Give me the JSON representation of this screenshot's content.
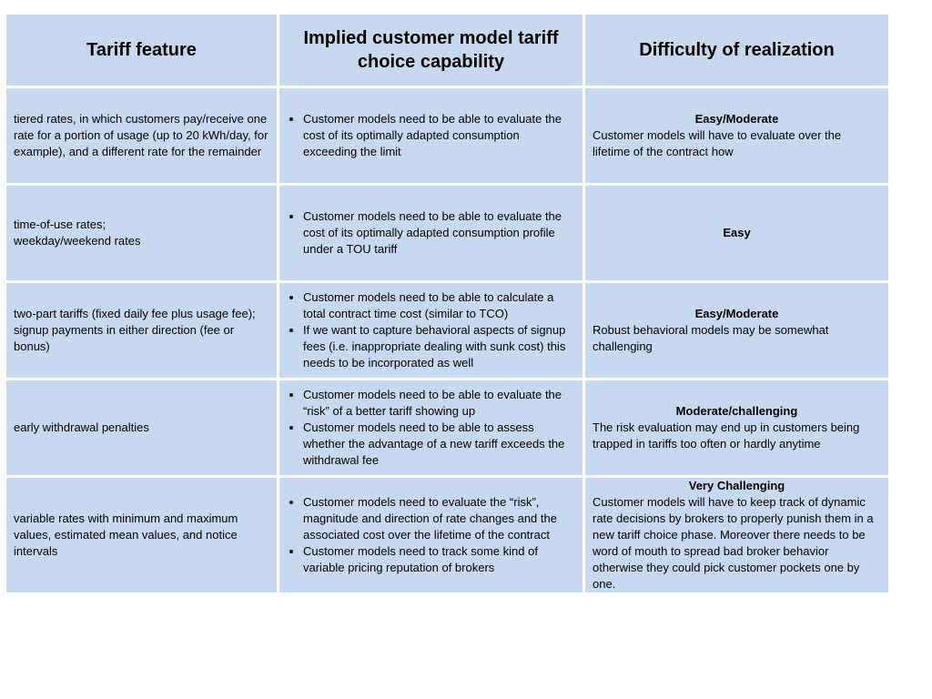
{
  "headers": {
    "feature": "Tariff feature",
    "capability": "Implied customer model tariff choice capability",
    "difficulty": "Difficulty of realization"
  },
  "rows": [
    {
      "feature": "tiered rates, in which customers pay/receive one rate for a portion of usage (up to 20 kWh/day, for example), and a different rate for the remainder",
      "capability": [
        "Customer models need to be able to evaluate the cost of its optimally adapted consumption exceeding the limit"
      ],
      "difficulty_title": "Easy/Moderate",
      "difficulty_text": "Customer models will have to evaluate over the lifetime of the contract how"
    },
    {
      "feature_lines": [
        "time-of-use rates;",
        "weekday/weekend rates"
      ],
      "capability": [
        "Customer models need to be able to evaluate the cost of its optimally adapted consumption profile under a TOU tariff"
      ],
      "difficulty_title": "Easy",
      "difficulty_text": ""
    },
    {
      "feature_lines": [
        "two-part tariffs (fixed daily fee plus usage fee);",
        "signup payments in either direction (fee or bonus)"
      ],
      "capability": [
        "Customer models need to be able to calculate a total contract time cost (similar to TCO)",
        "If we want to capture behavioral aspects of signup fees (i.e. inappropriate dealing with sunk cost) this needs to be incorporated as well"
      ],
      "difficulty_title": "Easy/Moderate",
      "difficulty_text": "Robust behavioral models may be somewhat challenging"
    },
    {
      "feature": "early withdrawal penalties",
      "capability": [
        "Customer models need to be able to evaluate the “risk” of a better tariff showing up",
        "Customer models need to be able to assess whether the advantage of a new tariff exceeds the withdrawal fee"
      ],
      "difficulty_title": "Moderate/challenging",
      "difficulty_text": "The risk evaluation may end up in customers being trapped in tariffs too often or hardly anytime"
    },
    {
      "feature": "variable rates with minimum and maximum values, estimated mean values, and notice intervals",
      "capability": [
        "Customer models need to evaluate the “risk”, magnitude and direction of rate changes and the associated cost over the lifetime of the contract",
        "Customer models need to track some kind of variable pricing reputation of brokers"
      ],
      "difficulty_title": "Very Challenging",
      "difficulty_text": "Customer models will have to keep track of dynamic rate decisions by brokers to properly punish them in a new tariff choice phase. Moreover there needs to be word of mouth to spread bad broker behavior otherwise they could pick customer pockets one by one."
    }
  ]
}
